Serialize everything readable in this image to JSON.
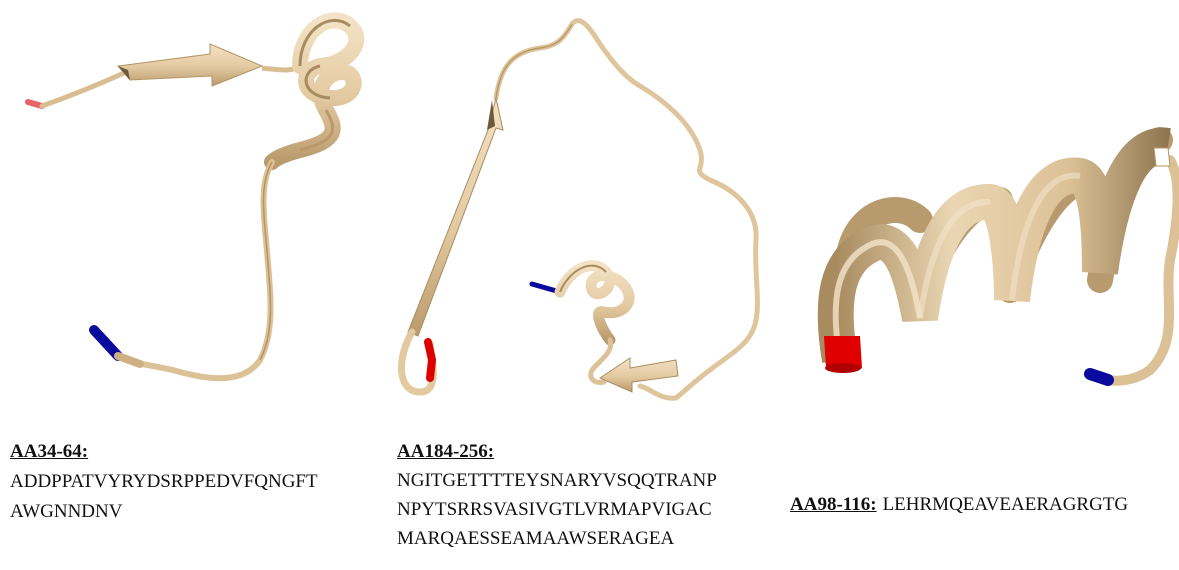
{
  "palette": {
    "ribbon": "#e7cfa7",
    "ribbon_shade": "#c9ad80",
    "ribbon_dark": "#a98c5f",
    "n_terminus": "#e80000",
    "c_terminus": "#0a0a9c",
    "n_terminus_light": "#e8646a",
    "background": "#ffffff"
  },
  "panels": [
    {
      "label": "AA34-64:",
      "sequence_lines": [
        "ADDPPATVYRYDSRPPEDVFQNGFT",
        "AWGNNDNV"
      ]
    },
    {
      "label": "AA184-256:",
      "sequence_lines": [
        "NGITGETTTTEYSNARYVSQQTRANP",
        "NPYTSRRSVASIVGTLVRMAPVIGAC",
        "MARQAESSEAMAAWSERAGEA"
      ]
    },
    {
      "label": "AA98-116:",
      "sequence_lines": [
        "LEHRMQEAVEAERAGRGTG"
      ]
    }
  ]
}
